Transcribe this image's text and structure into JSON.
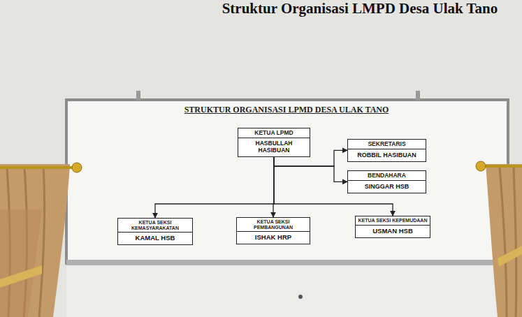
{
  "diagram": {
    "title": "STRUKTUR ORGANISASI LPMD DESA ULAK TANO",
    "caption": "Struktur Organisasi LMPD Desa Ulak Tano",
    "nodes": [
      {
        "text": [
          "KETUA LPMD",
          "HASBULLAH HASIBUAN"
        ]
      },
      {
        "text": [
          "SEKRETARIS",
          "ROBBIL HASIBUAN"
        ]
      },
      {
        "text": [
          "BENDAHARA",
          "SINGGAR HSB"
        ]
      },
      {
        "text": [
          "KETUA SEKSI KEMASYARAKATAN",
          "KAMAL HSB"
        ]
      },
      {
        "text": [
          "KETUA SEKSI PEMBANGUNAN",
          "ISHAK HRP"
        ]
      },
      {
        "text": [
          "KETUA SEKSI KEPEMUDAAN",
          "USMAN HSB"
        ]
      }
    ],
    "edges": [
      {
        "from": 0,
        "to": 1,
        "arrow": "to"
      },
      {
        "from": 0,
        "to": 2,
        "arrow": "to"
      },
      {
        "from": 0,
        "to": 3,
        "arrow": "to"
      },
      {
        "from": 0,
        "to": 4,
        "arrow": "to"
      },
      {
        "from": 0,
        "to": 5,
        "arrow": "to"
      }
    ]
  }
}
